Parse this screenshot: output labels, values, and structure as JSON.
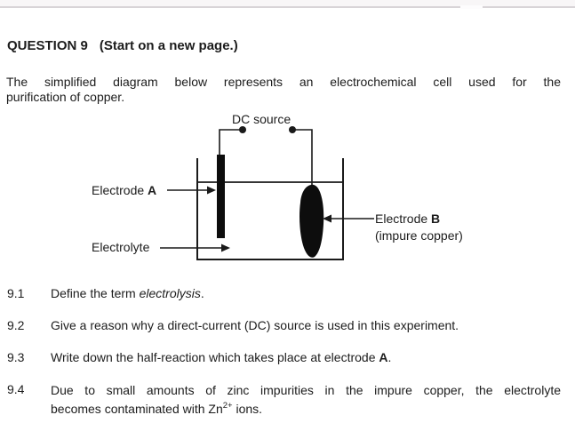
{
  "header": {
    "title": "QUESTION 9",
    "subtitle": "(Start on a new page.)"
  },
  "intro": {
    "line1": "The simplified diagram below represents an electrochemical cell used for the",
    "line2": "purification of copper."
  },
  "diagram": {
    "dc_source": "DC source",
    "electrode_a": {
      "label": "Electrode ",
      "letter": "A"
    },
    "electrode_b": {
      "label": "Electrode ",
      "letter": "B",
      "note": "(impure copper)"
    },
    "electrolyte": "Electrolyte"
  },
  "questions": {
    "q1": {
      "number": "9.1",
      "pre": "Define the term ",
      "italic": "electrolysis",
      "post": "."
    },
    "q2": {
      "number": "9.2",
      "text": "Give a reason why a direct-current (DC) source is used in this experiment."
    },
    "q3": {
      "number": "9.3",
      "pre": "Write down the half-reaction which takes place at electrode ",
      "bold": "A",
      "post": "."
    },
    "q4": {
      "number": "9.4",
      "line1": "Due to small amounts of zinc impurities in the impure copper, the electrolyte",
      "line2_pre": "becomes contaminated with Zn",
      "sup": "2+",
      "line2_post": " ions."
    }
  },
  "colors": {
    "ink": "#1c1c1c",
    "diagram_stroke": "#1a1a1a",
    "top_rule": "#d8d4d7"
  }
}
